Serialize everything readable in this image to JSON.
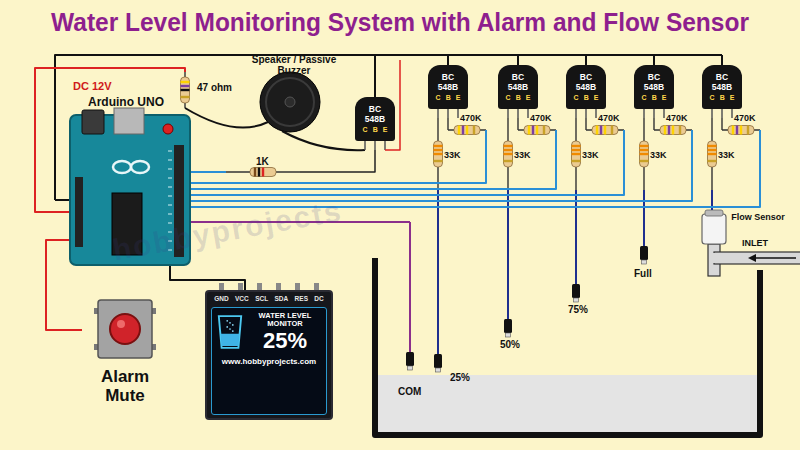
{
  "diagram": {
    "title": "Water Level Monitoring System with Alarm and Flow Sensor",
    "nodes": [
      {
        "text": [
          "Arduino UNO"
        ]
      },
      {
        "text": [
          "BC 548B",
          "C",
          "B",
          "E"
        ]
      },
      {
        "text": [
          "BC 548B",
          "C",
          "B",
          "E"
        ]
      },
      {
        "text": [
          "BC 548B",
          "C",
          "B",
          "E"
        ]
      },
      {
        "text": [
          "BC 548B",
          "C",
          "B",
          "E"
        ]
      },
      {
        "text": [
          "BC 548B",
          "C",
          "B",
          "E"
        ]
      },
      {
        "text": [
          "BC 548B",
          "C",
          "B",
          "E"
        ]
      },
      {
        "text": [
          "GND",
          "VCC",
          "SCL",
          "SDA",
          "RES",
          "DC",
          "WATER LEVEL MONITOR",
          "25%",
          "www.hobbyprojects.com"
        ]
      },
      {
        "text": [
          "Alarm Mute"
        ]
      }
    ],
    "edges": [
      {
        "from": 0,
        "to": 7,
        "arrow": "none"
      },
      {
        "from": 0,
        "to": 8,
        "arrow": "none"
      }
    ],
    "labels": [
      "DC 12V",
      "47 ohm",
      "Speaker / Passive Buzzer",
      "1K",
      "470K",
      "470K",
      "470K",
      "470K",
      "470K",
      "33K",
      "33K",
      "33K",
      "33K",
      "33K",
      "Flow Sensor",
      "INLET",
      "Full",
      "75%",
      "50%",
      "25%",
      "COM",
      "hobbyprojects"
    ]
  }
}
